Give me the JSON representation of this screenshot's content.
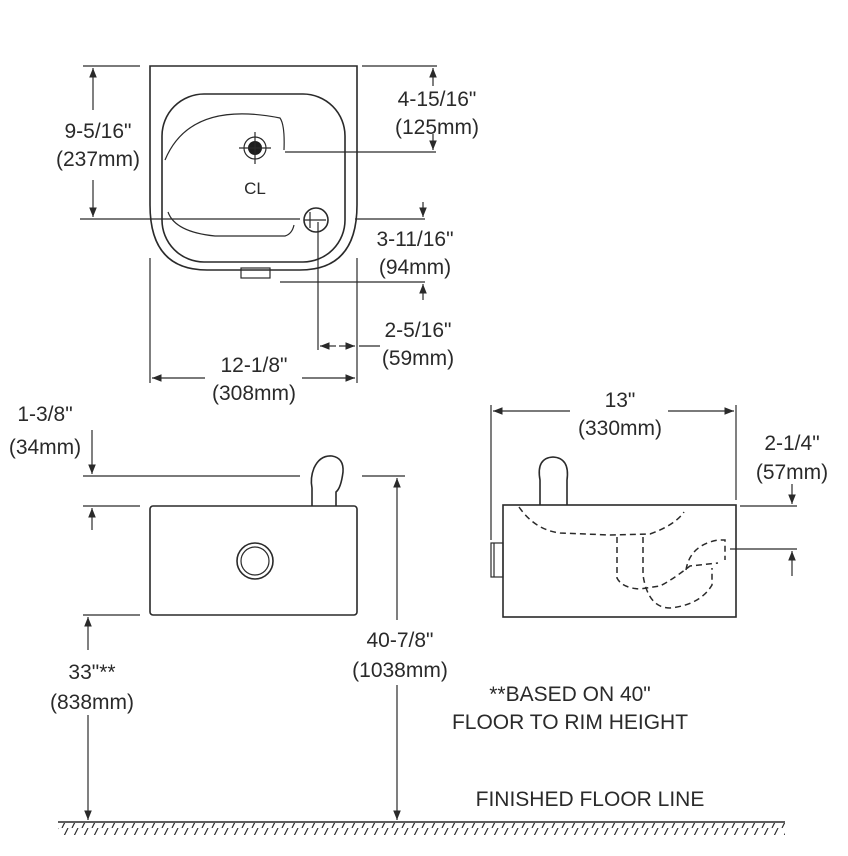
{
  "top_view": {
    "centerline_symbol": "CL",
    "dims": [
      {
        "in": "9-5/16\"",
        "mm": "(237mm)"
      },
      {
        "in": "4-15/16\"",
        "mm": "(125mm)"
      },
      {
        "in": "3-11/16\"",
        "mm": "(94mm)"
      },
      {
        "in": "2-5/16\"",
        "mm": "(59mm)"
      },
      {
        "in": "12-1/8\"",
        "mm": "(308mm)"
      }
    ]
  },
  "front_view": {
    "dims": [
      {
        "in": "1-3/8\"",
        "mm": "(34mm)"
      },
      {
        "in": "33\"**",
        "mm": "(838mm)"
      },
      {
        "in": "40-7/8\"",
        "mm": "(1038mm)"
      }
    ]
  },
  "side_view": {
    "dims": [
      {
        "in": "13\"",
        "mm": "(330mm)"
      },
      {
        "in": "2-1/4\"",
        "mm": "(57mm)"
      }
    ]
  },
  "note": {
    "line1": "**BASED ON 40\"",
    "line2": "FLOOR TO RIM HEIGHT"
  },
  "floor_label": "FINISHED FLOOR LINE"
}
